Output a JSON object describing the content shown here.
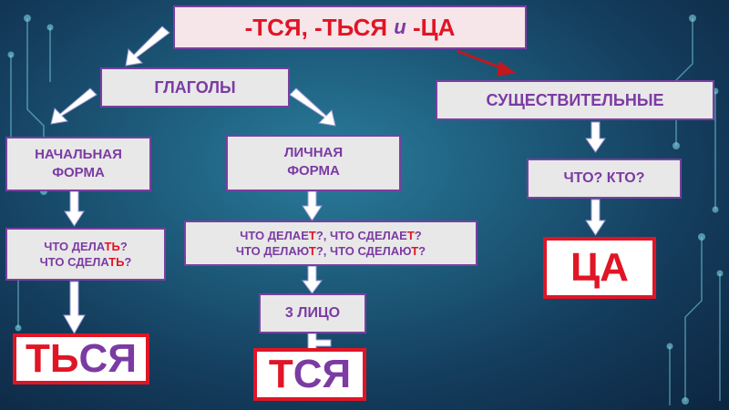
{
  "title": {
    "part1": "-ТСЯ, -ТЬСЯ ",
    "and": "и",
    "part2": " -ЦА"
  },
  "verbs": "ГЛАГОЛЫ",
  "nouns": "СУЩЕСТВИТЕЛЬНЫЕ",
  "initial_form": {
    "line1": "НАЧАЛЬНАЯ",
    "line2": "ФОРМА"
  },
  "personal_form": {
    "line1": "ЛИЧНАЯ",
    "line2": "ФОРМА"
  },
  "questions_initial": {
    "l1a": "ЧТО ДЕЛА",
    "l1b": "ТЬ",
    "l1c": "?",
    "l2a": "ЧТО СДЕЛА",
    "l2b": "ТЬ",
    "l2c": "?"
  },
  "questions_personal": {
    "l1a": "ЧТО ДЕЛАЕ",
    "l1b": "Т",
    "l1c": "?, ЧТО СДЕЛАЕ",
    "l1d": "Т",
    "l1e": "?",
    "l2a": "ЧТО ДЕЛАЮ",
    "l2b": "Т",
    "l2c": "?, ЧТО СДЕЛАЮ",
    "l2d": "Т",
    "l2e": "?"
  },
  "third_person": "3 ЛИЦО",
  "noun_question": "ЧТО? КТО?",
  "result_tsya": {
    "a": "Т",
    "b": "СЯ"
  },
  "result_tsya_soft": {
    "a": "ТЬ",
    "b": "СЯ"
  },
  "result_tsa": "ЦА",
  "colors": {
    "accent_red": "#e01525",
    "text_purple": "#7b3ba3",
    "box_border": "#7a3fa0"
  }
}
